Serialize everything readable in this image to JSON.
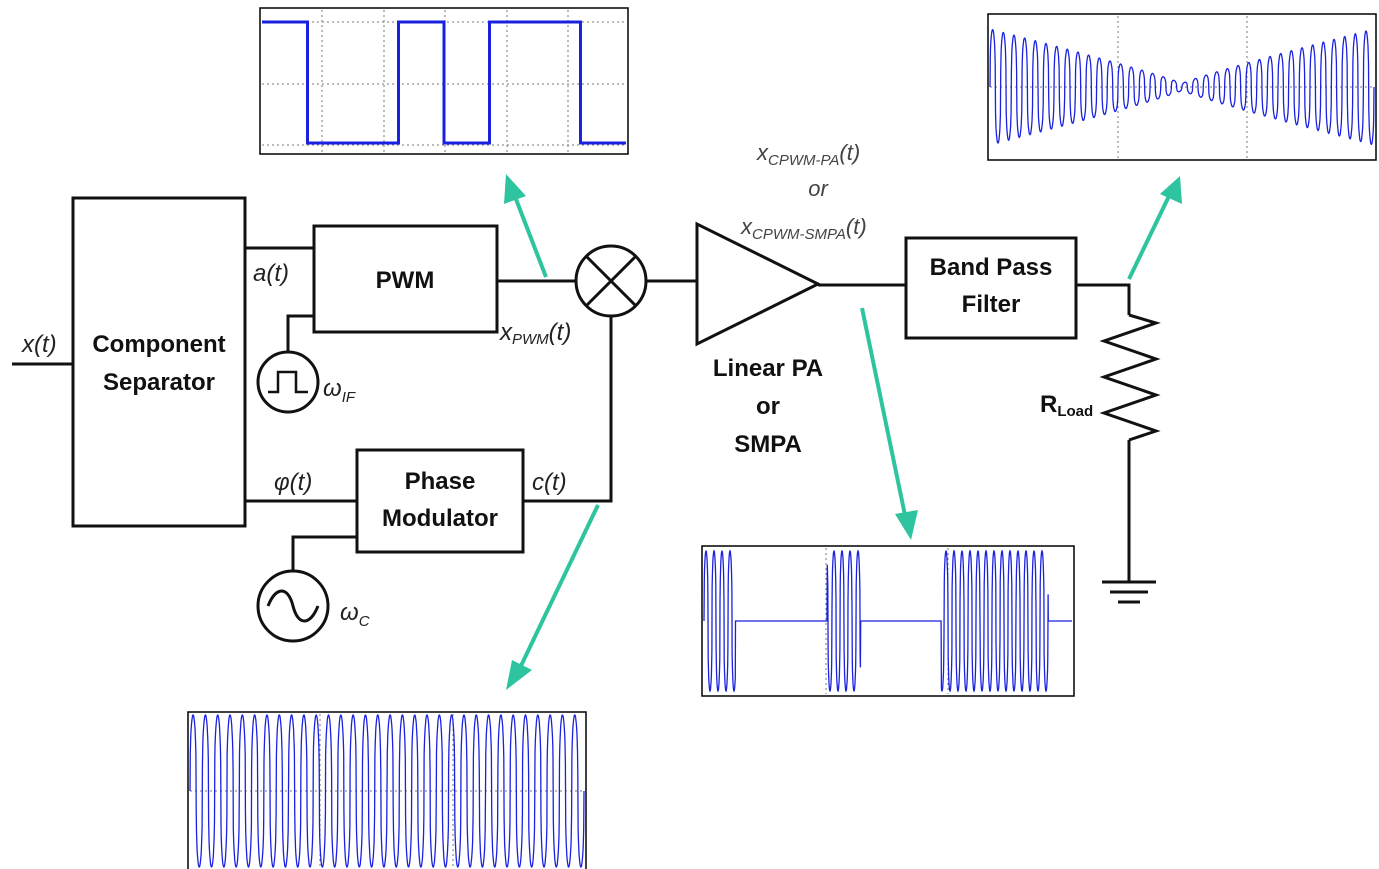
{
  "labels": {
    "input": "x(t)",
    "component_separator_1": "Component",
    "component_separator_2": "Separator",
    "amplitude": "a(t)",
    "pwm": "PWM",
    "x_pwm_main": "x",
    "x_pwm_sub": "PWM",
    "x_pwm_tail": "(t)",
    "omega_if_main": "ω",
    "omega_if_sub": "IF",
    "phase": "φ(t)",
    "phase_modulator_1": "Phase",
    "phase_modulator_2": "Modulator",
    "carrier": "c(t)",
    "omega_c_main": "ω",
    "omega_c_sub": "C",
    "amp_1": "Linear PA",
    "amp_2": "or",
    "amp_3": "SMPA",
    "out1_main": "x",
    "out1_sub": "CPWM-PA",
    "out1_tail": "(t)",
    "out_or": "or",
    "out2_main": "x",
    "out2_sub": "CPWM-SMPA",
    "out2_tail": "(t)",
    "bpf_1": "Band Pass",
    "bpf_2": "Filter",
    "rload_main": "R",
    "rload_sub": "Load"
  },
  "waveforms": {
    "pwm_levels": [
      1,
      0,
      0,
      1,
      0,
      1,
      1,
      0
    ],
    "carrier_cycles": 32,
    "cpwm_bursts": [
      [
        0,
        0.085
      ],
      [
        0.335,
        0.425
      ],
      [
        0.645,
        0.935
      ]
    ],
    "cpwm_cycles": 46,
    "bpf_cycles": 36
  },
  "colors": {
    "accent_arrow": "#2ec4a0",
    "trace": "#1a22e0"
  }
}
